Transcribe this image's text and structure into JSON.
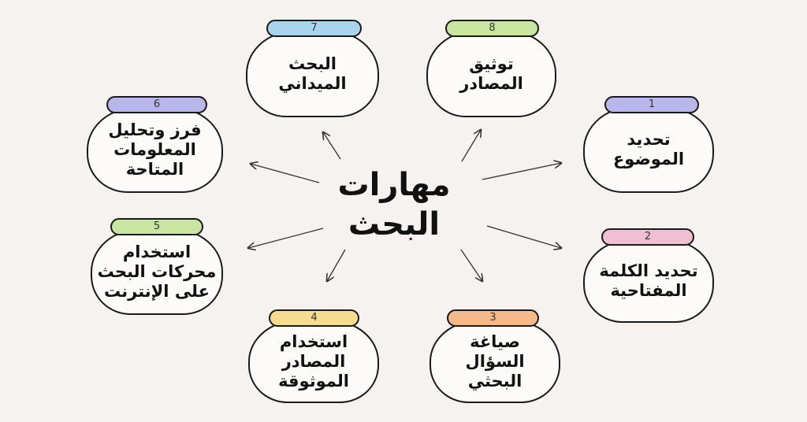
{
  "title": "مهارات\nالبحث",
  "nodes": [
    {
      "number": "1",
      "label": "تحديد\nالموضوع",
      "color": "#b9b6ea"
    },
    {
      "number": "2",
      "label": "تحديد الكلمة\nالمفتاحية",
      "color": "#f0bfd3"
    },
    {
      "number": "3",
      "label": "صياغة\nالسؤال\nالبحثي",
      "color": "#f5b98a"
    },
    {
      "number": "4",
      "label": "استخدام\nالمصادر\nالموثوقة",
      "color": "#f5dc8e"
    },
    {
      "number": "5",
      "label": "استخدام\nمحركات البحث\nعلى الإنترنت",
      "color": "#c8e6a2"
    },
    {
      "number": "6",
      "label": "فرز وتحليل\nالمعلومات\nالمتاحة",
      "color": "#b9b6ea"
    },
    {
      "number": "7",
      "label": "البحث\nالميداني",
      "color": "#a8d4ee"
    },
    {
      "number": "8",
      "label": "توثيق\nالمصادر",
      "color": "#c8e6a2"
    }
  ]
}
